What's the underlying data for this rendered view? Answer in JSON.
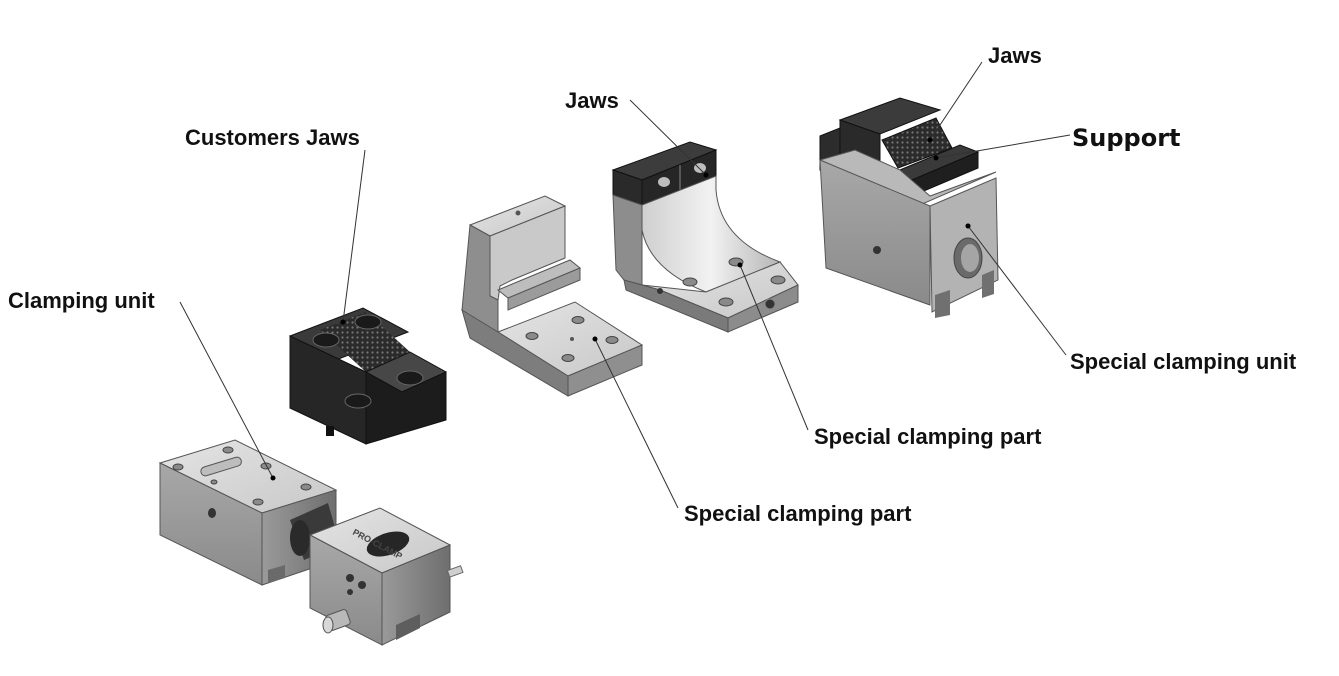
{
  "labels": {
    "customers_jaws": "Customers Jaws",
    "clamping_unit": "Clamping unit",
    "jaws_middle": "Jaws",
    "jaws_right": "Jaws",
    "support": "Support",
    "special_clamping_unit": "Special clamping unit",
    "special_clamping_part_right": "Special clamping part",
    "special_clamping_part_middle": "Special clamping part"
  },
  "stamp": "PRO-CLAMP",
  "colors": {
    "metal_light": "#d6d6d6",
    "metal_mid": "#a9a9a9",
    "metal_dark": "#7c7c7c",
    "jaw_black": "#2a2a2a",
    "line": "#333333"
  }
}
